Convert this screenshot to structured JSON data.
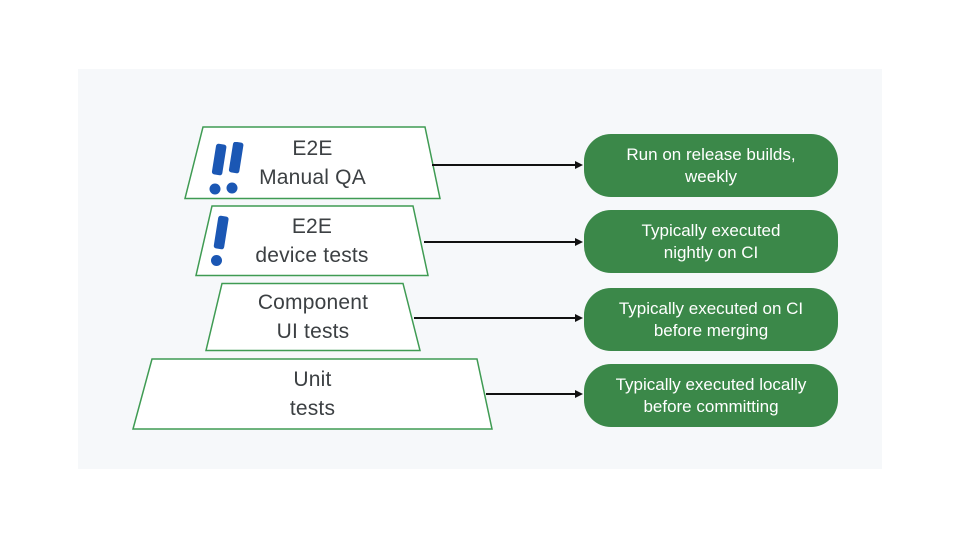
{
  "colors": {
    "page_background": "#ffffff",
    "panel_background": "#f6f8fa",
    "trapezoid_fill": "#ffffff",
    "trapezoid_border": "#3f9b53",
    "note_background": "#3b8849",
    "note_text": "#ffffff",
    "trapezoid_text": "#3c4043",
    "priority_icon_blue": "#1b57b4",
    "arrow": "#111111"
  },
  "rows": [
    {
      "name": "e2e-manual-qa",
      "priority_icon": "double-exclamation-icon",
      "trapezoid": {
        "line1": "E2E",
        "line2": "Manual QA"
      },
      "note": {
        "line1": "Run on release builds,",
        "line2": "weekly"
      }
    },
    {
      "name": "e2e-device-tests",
      "priority_icon": "exclamation-icon",
      "trapezoid": {
        "line1": "E2E",
        "line2": "device tests"
      },
      "note": {
        "line1": "Typically executed",
        "line2": "nightly on CI"
      }
    },
    {
      "name": "component-ui-tests",
      "trapezoid": {
        "line1": "Component",
        "line2": "UI tests"
      },
      "note": {
        "line1": "Typically executed on CI",
        "line2": "before merging"
      }
    },
    {
      "name": "unit-tests",
      "trapezoid": {
        "line1": "Unit",
        "line2": "tests"
      },
      "note": {
        "line1": "Typically executed locally",
        "line2": "before committing"
      }
    }
  ]
}
